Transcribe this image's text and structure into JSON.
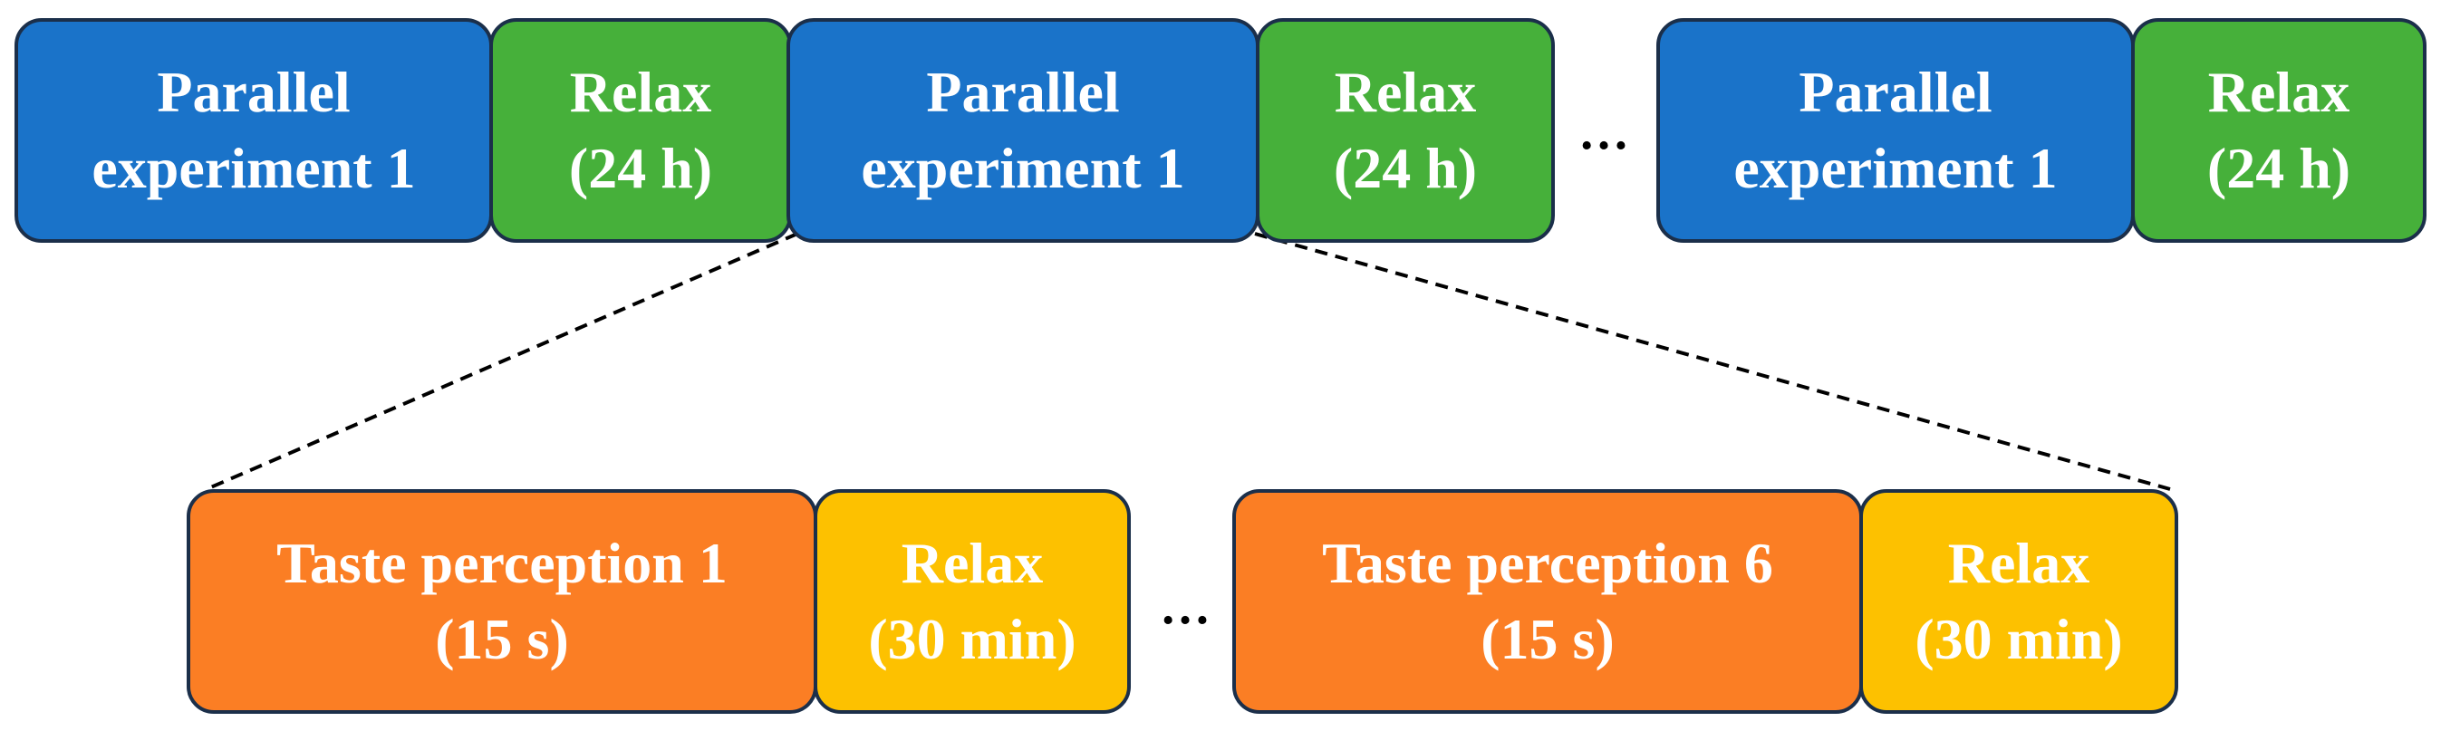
{
  "top_row": [
    {
      "line1": "Parallel",
      "line2": "experiment 1",
      "color": "#1a73c9"
    },
    {
      "line1": "Relax",
      "line2": "(24 h)",
      "color": "#46b03a"
    },
    {
      "line1": "Parallel",
      "line2": "experiment 1",
      "color": "#1a73c9"
    },
    {
      "line1": "Relax",
      "line2": "(24 h)",
      "color": "#46b03a"
    },
    {
      "line1": "Parallel",
      "line2": "experiment 1",
      "color": "#1a73c9"
    },
    {
      "line1": "Relax",
      "line2": "(24 h)",
      "color": "#46b03a"
    }
  ],
  "bottom_row": [
    {
      "line1": "Taste perception 1",
      "line2": "(15 s)",
      "color": "#fb7e24"
    },
    {
      "line1": "Relax",
      "line2": "(30 min)",
      "color": "#fdc100"
    },
    {
      "line1": "Taste perception 6",
      "line2": "(15 s)",
      "color": "#fb7e24"
    },
    {
      "line1": "Relax",
      "line2": "(30 min)",
      "color": "#fdc100"
    }
  ],
  "ellipsis_top": "…",
  "ellipsis_bottom": "…",
  "colors": {
    "border": "#1b2f4a",
    "connector": "#000000"
  }
}
